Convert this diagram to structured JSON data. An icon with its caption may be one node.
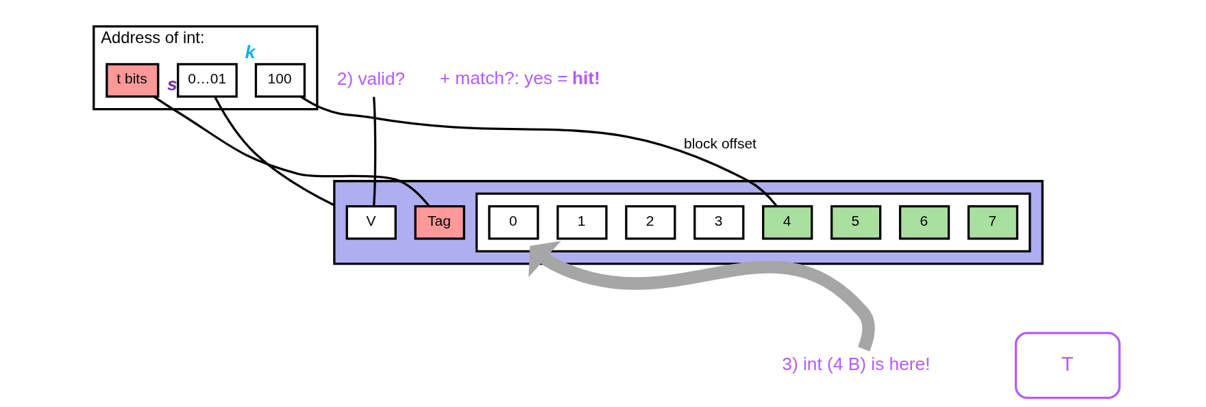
{
  "diagram": {
    "nodes": [
      {
        "text": [],
        "shape": "box"
      },
      {
        "text": [
          "V"
        ],
        "in": 0
      },
      {
        "text": [
          "Tag"
        ],
        "in": 0
      },
      {
        "text": [],
        "shape": "box",
        "in": 0
      },
      {
        "text": [
          "0"
        ],
        "in": 3
      },
      {
        "text": [
          "1"
        ],
        "in": 3
      },
      {
        "text": [
          "2"
        ],
        "in": 3
      },
      {
        "text": [
          "3"
        ],
        "in": 3
      },
      {
        "text": [
          "4"
        ],
        "in": 3
      },
      {
        "text": [
          "5"
        ],
        "in": 3
      },
      {
        "text": [
          "6"
        ],
        "in": 3
      },
      {
        "text": [
          "7"
        ],
        "in": 3
      },
      {
        "text": [
          "2) valid?"
        ]
      },
      {
        "text": [
          "Address of int:"
        ]
      },
      {
        "text": [
          "t bits"
        ],
        "in": 13
      },
      {
        "text": [
          "0…01"
        ],
        "in": 13,
        "beside": [
          "s"
        ]
      },
      {
        "text": [
          "100"
        ],
        "in": 13,
        "beside": [
          "k"
        ]
      },
      {
        "text": [
          "3) int (4 B) is here!"
        ]
      },
      {
        "text": [
          "T"
        ]
      }
    ],
    "edges": [
      {
        "from": 12,
        "to": 1,
        "arrow": "none"
      },
      {
        "from": 2,
        "to": 14,
        "arrow": "none"
      },
      {
        "from": 15,
        "to": 0,
        "arrow": "none"
      },
      {
        "from": 16,
        "to": 8,
        "arrow": "none",
        "label": "block offset"
      },
      {
        "from": 17,
        "to": 3,
        "arrow": "to",
        "style": "thick",
        "color": "#a6a6a6"
      }
    ],
    "labels": [
      "+ match?: yes = **hit!**"
    ]
  }
}
